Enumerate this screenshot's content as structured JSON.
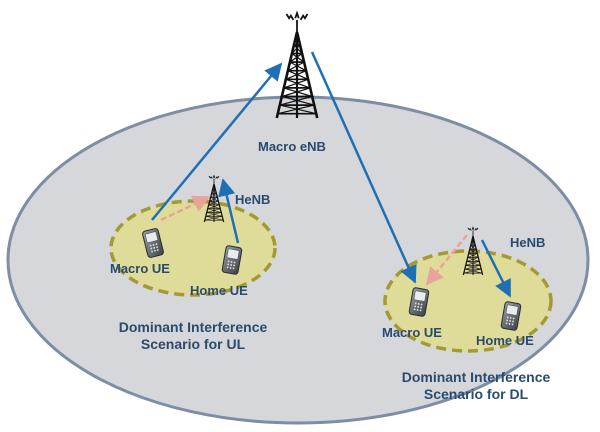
{
  "macro": {
    "label": "Macro eNB",
    "icon": "cell-tower-icon"
  },
  "ul_scenario": {
    "femto_label": "HeNB",
    "macro_ue_label": "Macro UE",
    "home_ue_label": "Home UE",
    "title_line1": "Dominant Interference",
    "title_line2": "Scenario for UL"
  },
  "dl_scenario": {
    "femto_label": "HeNB",
    "macro_ue_label": "Macro UE",
    "home_ue_label": "Home UE",
    "title_line1": "Dominant Interference",
    "title_line2": "Scenario for DL"
  },
  "colors": {
    "macro_cell_fill": "#d5d7db",
    "macro_cell_stroke": "#7d8da3",
    "femto_cell_fill": "#dfdb98",
    "femto_cell_stroke": "#a39a36",
    "signal_link": "#1f6fb5",
    "interference_link": "#e8a39a",
    "label_text": "#2b4a6f"
  }
}
